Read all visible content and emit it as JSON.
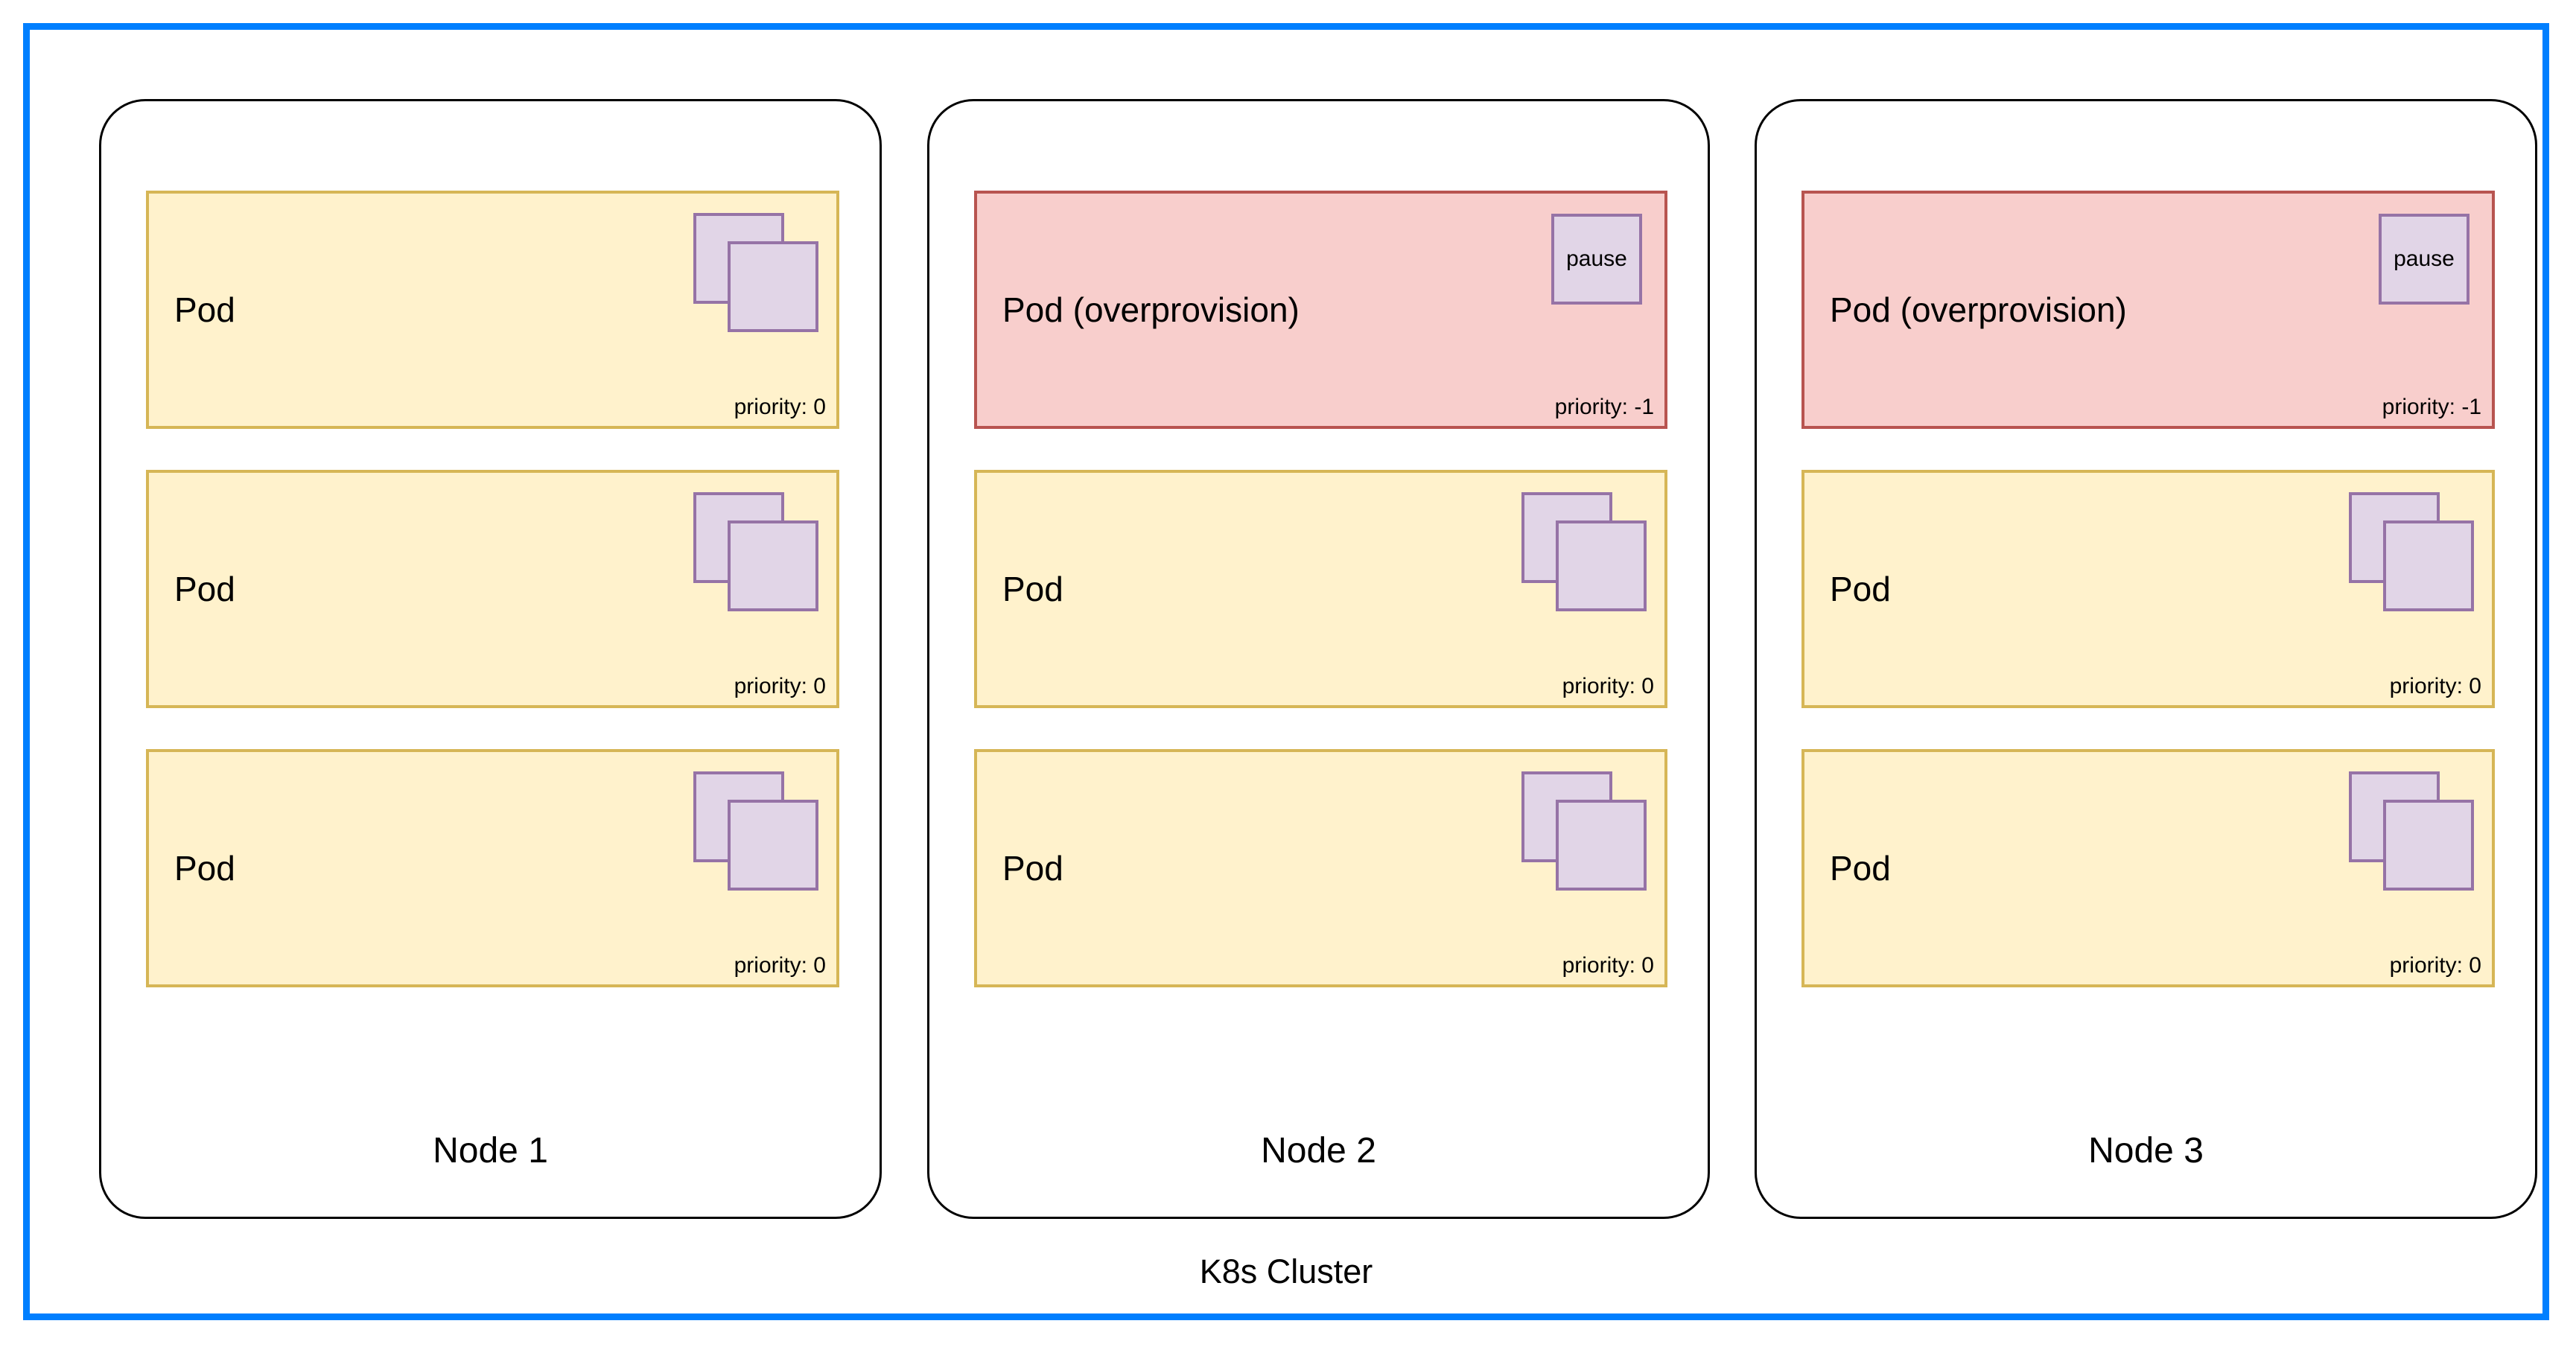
{
  "cluster": {
    "label": "K8s Cluster",
    "border_color": "#007fff"
  },
  "palette": {
    "pod_fill": "#fff2cc",
    "pod_border": "#d6b656",
    "overprovision_fill": "#f8cecc",
    "overprovision_border": "#b85450",
    "container_fill": "#e1d5e7",
    "container_border": "#9673a6",
    "node_border": "#000000",
    "cluster_border": "#007fff"
  },
  "nodes": [
    {
      "label": "Node 1",
      "pods": [
        {
          "label": "Pod",
          "priority": "priority: 0",
          "kind": "normal",
          "icon": "containers-icon"
        },
        {
          "label": "Pod",
          "priority": "priority: 0",
          "kind": "normal",
          "icon": "containers-icon"
        },
        {
          "label": "Pod",
          "priority": "priority: 0",
          "kind": "normal",
          "icon": "containers-icon"
        }
      ]
    },
    {
      "label": "Node 2",
      "pods": [
        {
          "label": "Pod (overprovision)",
          "priority": "priority: -1",
          "kind": "overprovision",
          "icon": "pause-container-icon",
          "container_label": "pause"
        },
        {
          "label": "Pod",
          "priority": "priority: 0",
          "kind": "normal",
          "icon": "containers-icon"
        },
        {
          "label": "Pod",
          "priority": "priority: 0",
          "kind": "normal",
          "icon": "containers-icon"
        }
      ]
    },
    {
      "label": "Node 3",
      "pods": [
        {
          "label": "Pod (overprovision)",
          "priority": "priority: -1",
          "kind": "overprovision",
          "icon": "pause-container-icon",
          "container_label": "pause"
        },
        {
          "label": "Pod",
          "priority": "priority: 0",
          "kind": "normal",
          "icon": "containers-icon"
        },
        {
          "label": "Pod",
          "priority": "priority: 0",
          "kind": "normal",
          "icon": "containers-icon"
        }
      ]
    }
  ]
}
